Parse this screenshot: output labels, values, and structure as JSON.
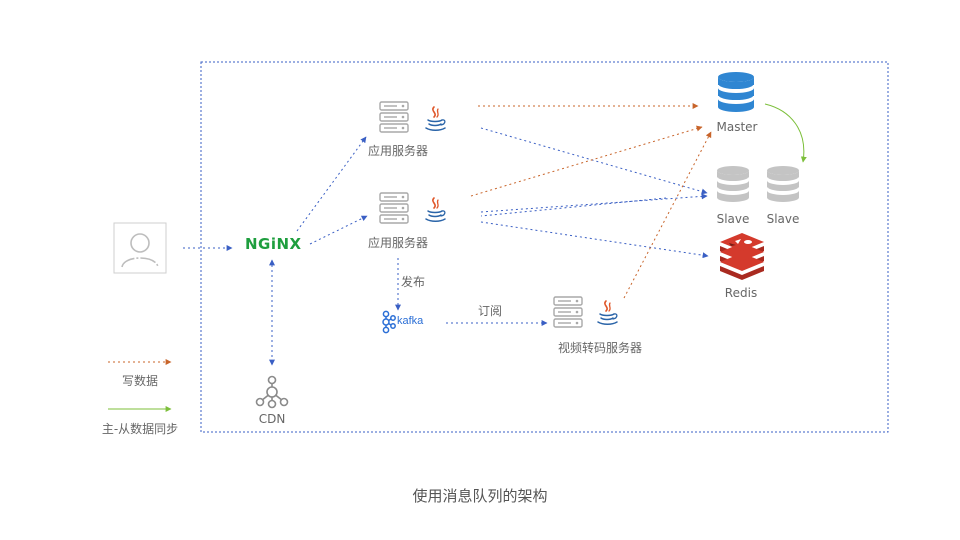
{
  "caption": "使用消息队列的架构",
  "nodes": {
    "nginx": "NGiNX",
    "app_server_1": "应用服务器",
    "app_server_2": "应用服务器",
    "kafka": "kafka",
    "video_server": "视频转码服务器",
    "master": "Master",
    "slave_1": "Slave",
    "slave_2": "Slave",
    "redis": "Redis",
    "cdn": "CDN"
  },
  "edge_labels": {
    "publish": "发布",
    "subscribe": "订阅"
  },
  "legend": {
    "write_data": "写数据",
    "master_slave_sync": "主-从数据同步"
  },
  "colors": {
    "blue_flow": "#3a5fc4",
    "write_flow": "#c8642a",
    "sync_flow": "#7cbf3a",
    "database_blue": "#2f86d2",
    "database_grey": "#c4c4c4",
    "redis_red": "#d43a2c",
    "nginx_green": "#1e9e3e",
    "kafka_blue": "#2b6fd6"
  }
}
